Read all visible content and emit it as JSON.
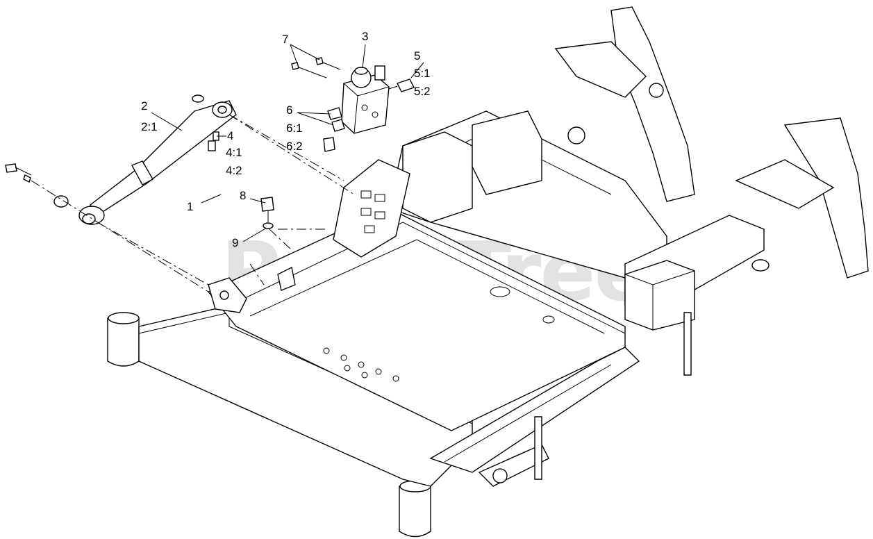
{
  "watermark": {
    "text": "PartsTree",
    "trademark": "™"
  },
  "callouts": {
    "c1": "1",
    "c2": "2",
    "c2_1": "2:1",
    "c3": "3",
    "c4": "4",
    "c4_1": "4:1",
    "c4_2": "4:2",
    "c5": "5",
    "c5_1": "5:1",
    "c5_2": "5:2",
    "c6": "6",
    "c6_1": "6:1",
    "c6_2": "6:2",
    "c7": "7",
    "c8": "8",
    "c9": "9"
  }
}
